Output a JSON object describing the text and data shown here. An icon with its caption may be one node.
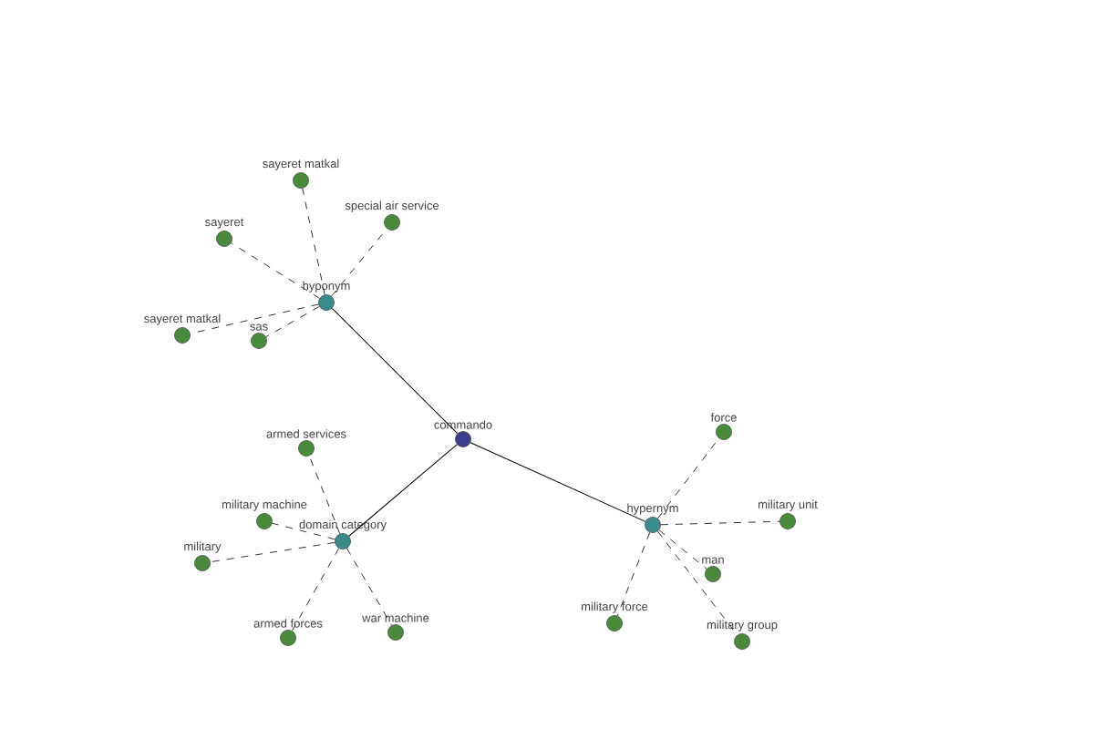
{
  "diagram": {
    "nodes": [
      {
        "text": [
          "commando"
        ]
      },
      {
        "text": [
          "hyponym"
        ]
      },
      {
        "text": [
          "domain category"
        ]
      },
      {
        "text": [
          "hypernym"
        ]
      },
      {
        "text": [
          "sayeret matkal"
        ]
      },
      {
        "text": [
          "special air service"
        ]
      },
      {
        "text": [
          "sayeret"
        ]
      },
      {
        "text": [
          "sayeret matkal"
        ]
      },
      {
        "text": [
          "sas"
        ]
      },
      {
        "text": [
          "armed services"
        ]
      },
      {
        "text": [
          "military machine"
        ]
      },
      {
        "text": [
          "military"
        ]
      },
      {
        "text": [
          "armed forces"
        ]
      },
      {
        "text": [
          "war machine"
        ]
      },
      {
        "text": [
          "force"
        ]
      },
      {
        "text": [
          "military unit"
        ]
      },
      {
        "text": [
          "man"
        ]
      },
      {
        "text": [
          "military force"
        ]
      },
      {
        "text": [
          "military group"
        ]
      }
    ],
    "edges": [
      {
        "from": 0,
        "to": 1,
        "arrow": "none"
      },
      {
        "from": 0,
        "to": 2,
        "arrow": "none"
      },
      {
        "from": 0,
        "to": 3,
        "arrow": "none"
      },
      {
        "from": 1,
        "to": 4,
        "arrow": "none",
        "style": "dashed"
      },
      {
        "from": 1,
        "to": 5,
        "arrow": "none",
        "style": "dashed"
      },
      {
        "from": 1,
        "to": 6,
        "arrow": "none",
        "style": "dashed"
      },
      {
        "from": 1,
        "to": 7,
        "arrow": "none",
        "style": "dashed"
      },
      {
        "from": 1,
        "to": 8,
        "arrow": "none",
        "style": "dashed"
      },
      {
        "from": 2,
        "to": 9,
        "arrow": "none",
        "style": "dashed"
      },
      {
        "from": 2,
        "to": 10,
        "arrow": "none",
        "style": "dashed"
      },
      {
        "from": 2,
        "to": 11,
        "arrow": "none",
        "style": "dashed"
      },
      {
        "from": 2,
        "to": 12,
        "arrow": "none",
        "style": "dashed"
      },
      {
        "from": 2,
        "to": 13,
        "arrow": "none",
        "style": "dashed"
      },
      {
        "from": 3,
        "to": 14,
        "arrow": "none",
        "style": "dashed"
      },
      {
        "from": 3,
        "to": 15,
        "arrow": "none",
        "style": "dashed"
      },
      {
        "from": 3,
        "to": 16,
        "arrow": "none",
        "style": "dashed"
      },
      {
        "from": 3,
        "to": 17,
        "arrow": "none",
        "style": "dashed"
      },
      {
        "from": 3,
        "to": 18,
        "arrow": "none",
        "style": "dashed"
      }
    ]
  }
}
